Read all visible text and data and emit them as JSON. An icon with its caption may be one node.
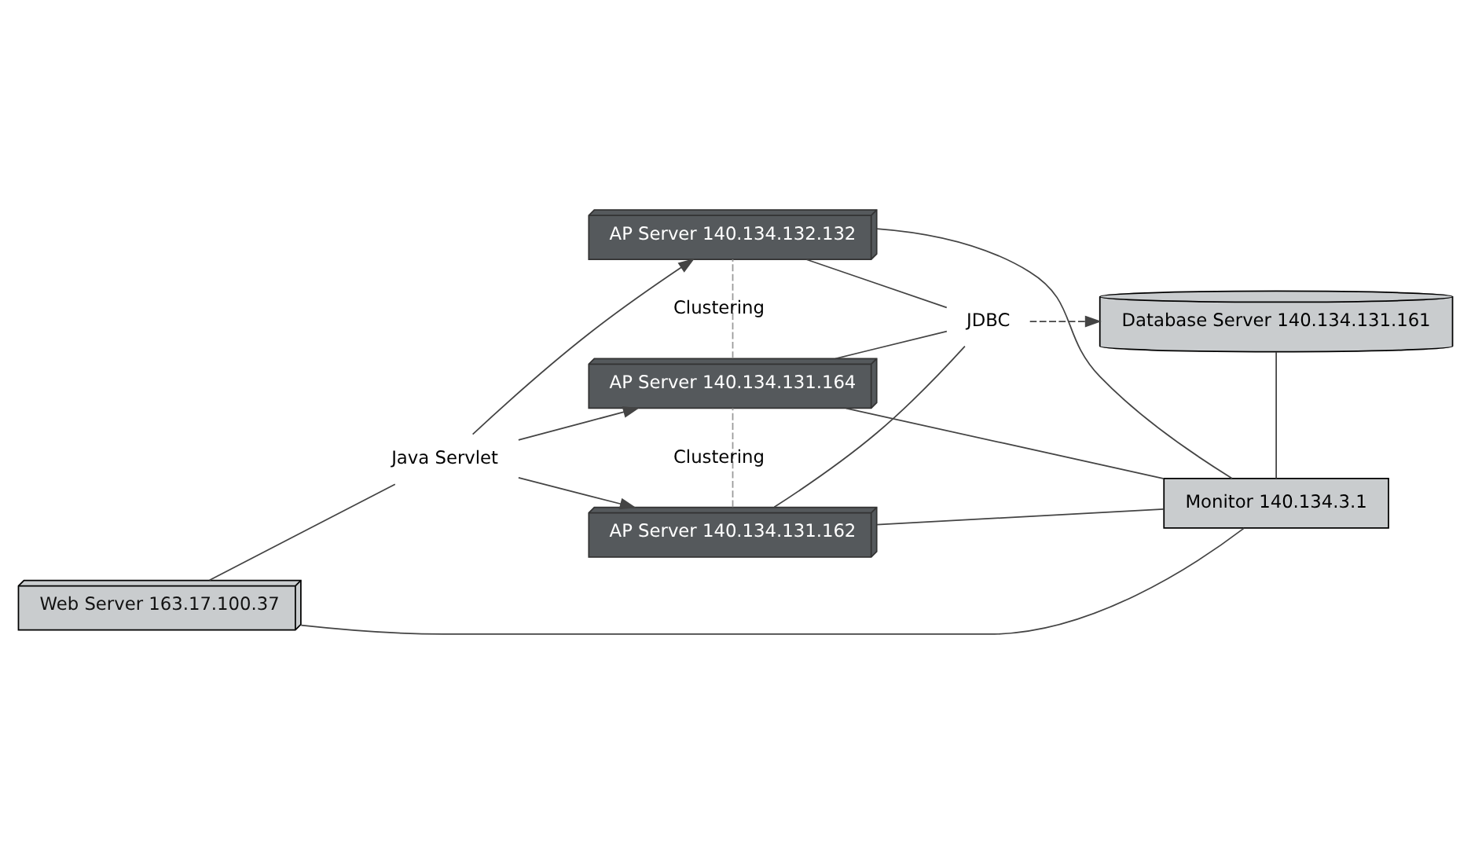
{
  "diagram": {
    "nodes": [
      {
        "text": [
          "Web Server 163.17.100.37"
        ]
      },
      {
        "text": [
          "Java Servlet"
        ]
      },
      {
        "text": [
          "AP Server 140.134.131.162"
        ]
      },
      {
        "text": [
          "AP Server 140.134.131.164"
        ]
      },
      {
        "text": [
          "AP Server 140.134.132.132"
        ]
      },
      {
        "text": [
          "JDBC"
        ]
      },
      {
        "text": [
          "Database Server 140.134.131.161"
        ]
      },
      {
        "text": [
          "Monitor 140.134.3.1"
        ]
      }
    ],
    "edges": [
      {
        "from": 0,
        "to": 1,
        "arrow": "none"
      },
      {
        "from": 1,
        "to": 2,
        "arrow": "to"
      },
      {
        "from": 1,
        "to": 3,
        "arrow": "to"
      },
      {
        "from": 1,
        "to": 4,
        "arrow": "to"
      },
      {
        "from": 2,
        "to": 3,
        "arrow": "none",
        "label": "Clustering",
        "style": "dashed",
        "color": "#999999"
      },
      {
        "from": 3,
        "to": 4,
        "arrow": "none",
        "label": "Clustering",
        "style": "dashed",
        "color": "#999999"
      },
      {
        "from": 2,
        "to": 5,
        "arrow": "none"
      },
      {
        "from": 3,
        "to": 5,
        "arrow": "none"
      },
      {
        "from": 4,
        "to": 5,
        "arrow": "none"
      },
      {
        "from": 5,
        "to": 6,
        "arrow": "to",
        "style": "dashed"
      },
      {
        "from": 2,
        "to": 7,
        "arrow": "none"
      },
      {
        "from": 3,
        "to": 7,
        "arrow": "none"
      },
      {
        "from": 4,
        "to": 7,
        "arrow": "none"
      },
      {
        "from": 0,
        "to": 7,
        "arrow": "none"
      },
      {
        "from": 6,
        "to": 7,
        "arrow": "none"
      }
    ]
  }
}
